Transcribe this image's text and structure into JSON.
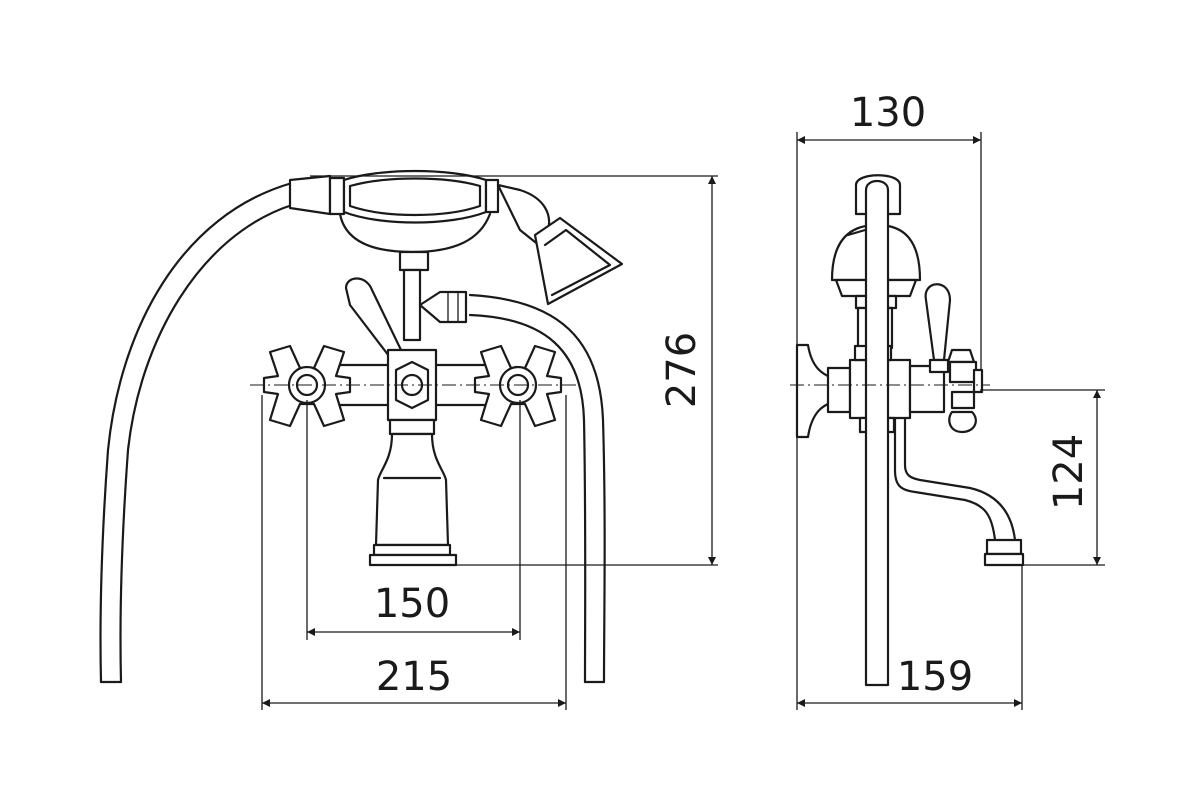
{
  "drawing": {
    "front_view": {
      "dimensions": {
        "height": "276",
        "handle_spacing": "150",
        "overall_width": "215"
      }
    },
    "side_view": {
      "dimensions": {
        "depth": "130",
        "spout_height": "124",
        "spout_projection": "159"
      }
    },
    "line_color": "#1a1a1a"
  }
}
